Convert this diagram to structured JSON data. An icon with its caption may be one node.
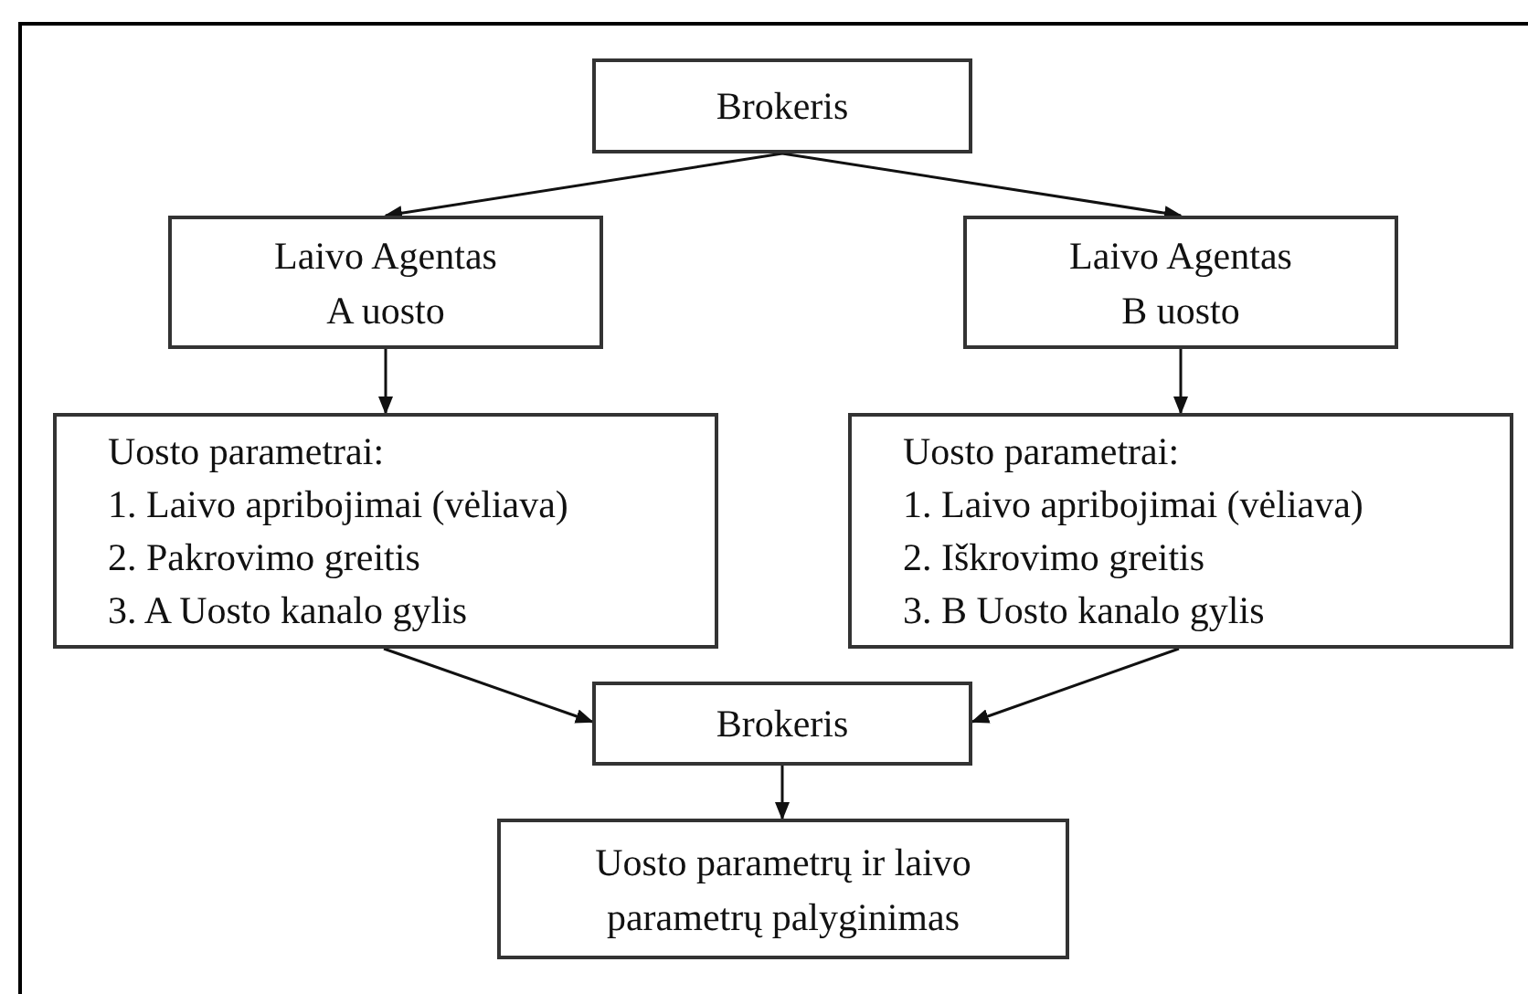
{
  "diagram": {
    "nodes": [
      {
        "text": [
          "Brokeris"
        ]
      },
      {
        "text": [
          "Laivo Agentas A uosto"
        ]
      },
      {
        "text": [
          "Laivo Agentas B uosto"
        ]
      },
      {
        "text": [
          "Uosto parametrai:",
          "1. Laivo apribojimai (vėliava)",
          "2. Pakrovimo greitis",
          "3. A Uosto kanalo gylis"
        ]
      },
      {
        "text": [
          "Uosto parametrai:",
          "1. Laivo apribojimai (vėliava)",
          "2. Iškrovimo greitis",
          "3. B Uosto kanalo gylis"
        ]
      },
      {
        "text": [
          "Brokeris"
        ]
      },
      {
        "text": [
          "Uosto parametrų ir laivo parametrų palyginimas"
        ]
      }
    ],
    "edges": [
      {
        "from": 0,
        "to": 1,
        "arrow": "to"
      },
      {
        "from": 0,
        "to": 2,
        "arrow": "to"
      },
      {
        "from": 1,
        "to": 3,
        "arrow": "to"
      },
      {
        "from": 2,
        "to": 4,
        "arrow": "to"
      },
      {
        "from": 3,
        "to": 5,
        "arrow": "to"
      },
      {
        "from": 4,
        "to": 5,
        "arrow": "to"
      },
      {
        "from": 5,
        "to": 6,
        "arrow": "to"
      }
    ]
  }
}
